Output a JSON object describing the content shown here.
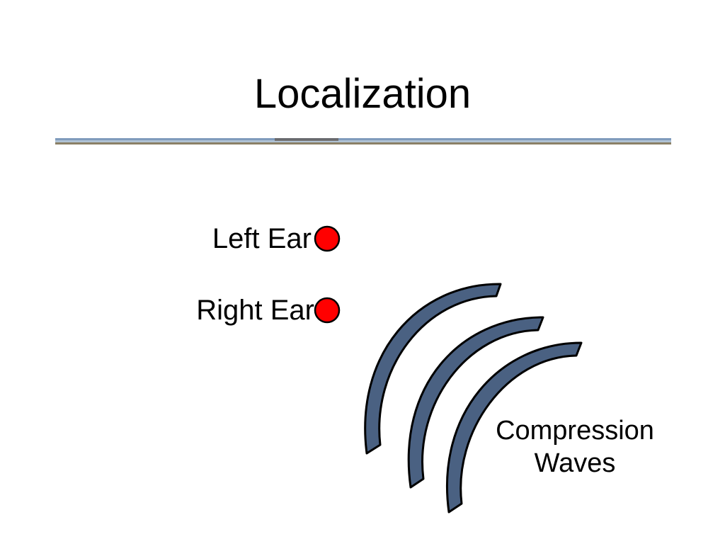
{
  "slide": {
    "title": "Localization"
  },
  "labels": {
    "left_ear": "Left Ear",
    "right_ear": "Right Ear",
    "waves_line1": "Compression",
    "waves_line2": "Waves"
  },
  "colors": {
    "ear_fill": "#ff0000",
    "wave_fill": "#4a6182",
    "outline": "#000000",
    "rule_top": "#6e8fb4",
    "rule_bottom": "#c9b899"
  }
}
